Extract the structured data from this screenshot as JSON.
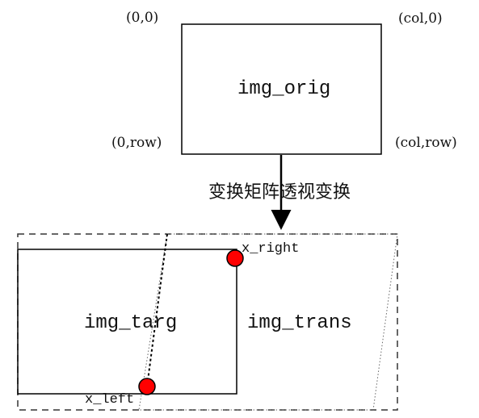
{
  "orig": {
    "label": "img_orig",
    "corners": {
      "top_left": "(0,0)",
      "top_right": "(col,0)",
      "bottom_left": "(0,row)",
      "bottom_right": "(col,row)"
    }
  },
  "transform": {
    "label": "变换矩阵透视变换"
  },
  "target": {
    "label": "img_targ"
  },
  "trans": {
    "label": "img_trans"
  },
  "points": {
    "x_right": "x_right",
    "x_left": "x_left"
  },
  "colors": {
    "line": "#000000",
    "marker": "#ff0000",
    "dash": "#333333"
  }
}
